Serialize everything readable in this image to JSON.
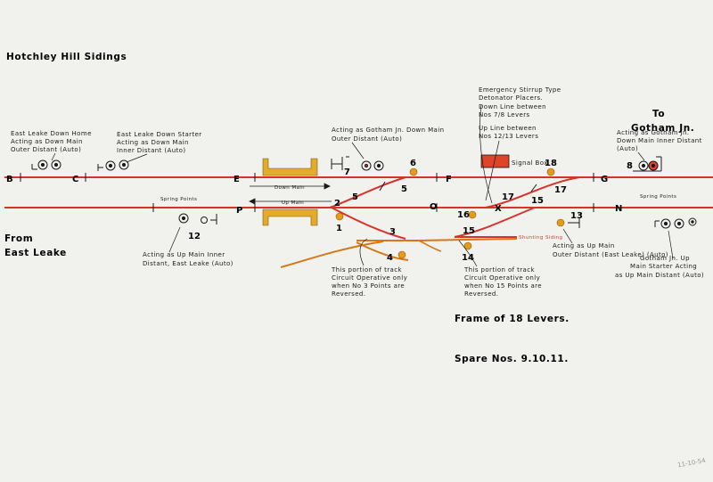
{
  "title": "Hotchley Hill Sidings",
  "destination_right": [
    "To",
    "Gotham Jn."
  ],
  "origin_left": [
    "From",
    "East Leake"
  ],
  "signal_box_label": "Signal Box",
  "line_labels": {
    "down_main": "Down Main",
    "up_main": "Up Main",
    "shunting_siding": "Shunting Siding"
  },
  "spring_points_left": "Spring Points",
  "spring_points_right": "Spring Points",
  "track_letters": {
    "B": "B",
    "C": "C",
    "E": "E",
    "F": "F",
    "G": "G",
    "P": "P",
    "O": "O",
    "N": "N",
    "X": "X"
  },
  "lever_numbers": {
    "n1": "1",
    "n2": "2",
    "n3": "3",
    "n4": "4",
    "n5a": "5",
    "n5b": "5",
    "n6": "6",
    "n7": "7",
    "n8": "8",
    "n12": "12",
    "n13": "13",
    "n14": "14",
    "n15a": "15",
    "n15b": "15",
    "n16": "16",
    "n17a": "17",
    "n17b": "17",
    "n18": "18"
  },
  "notes": {
    "east_leake_down_home": [
      "East Leake Down Home",
      "Acting as Down Main",
      "Outer Distant (Auto)"
    ],
    "east_leake_down_starter": [
      "East Leake Down Starter",
      "Acting as Down Main",
      "Inner Distant (Auto)"
    ],
    "gotham_down_main_outer": [
      "Acting as Gotham Jn. Down Main",
      "Outer Distant (Auto)"
    ],
    "detonators": [
      "Emergency Stirrup Type",
      "Detonator Placers.",
      "Down Line between",
      "Nos 7/8 Levers",
      "Up Line between",
      "Nos 12/13 Levers"
    ],
    "gotham_down_main_inner": [
      "Acting as Gotham Jn.",
      "Down Main Inner Distant",
      "(Auto)"
    ],
    "up_main_inner_distant": [
      "Acting as Up Main Inner",
      "Distant, East Leake (Auto)"
    ],
    "track_circuit_3": [
      "This portion of track",
      "Circuit Operative only",
      "when No 3 Points are",
      "Reversed."
    ],
    "track_circuit_15": [
      "This portion of track",
      "Circuit Operative only",
      "when No 15 Points are",
      "Reversed."
    ],
    "up_main_outer_distant": [
      "Acting as Up Main",
      "Outer Distant (East Leake) (Auto)"
    ],
    "gotham_up_main_starter": [
      "Gotham Jn. Up",
      "Main Starter Acting",
      "as Up Main Distant (Auto)"
    ]
  },
  "frame_label": "Frame of 18 Levers.",
  "spare_label": "Spare Nos. 9.10.11.",
  "date_note": "11-10-54",
  "colors": {
    "paper": "#f1f1ee",
    "track_red": "#d8322a",
    "siding_orange": "#d5781a",
    "platform_yellow": "#e2ab2b",
    "lamp_amber": "#e79a16",
    "signal_box": "#e04428",
    "ink": "#1a1a1a"
  }
}
